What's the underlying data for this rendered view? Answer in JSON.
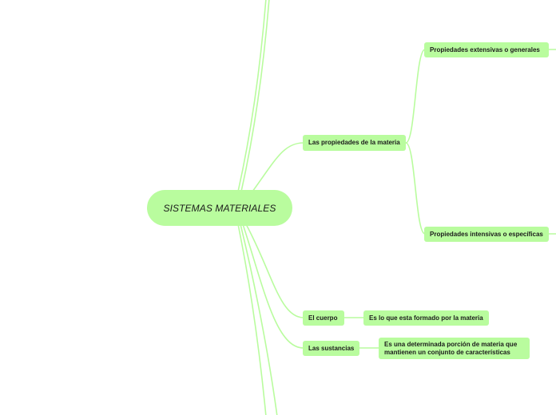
{
  "mindmap": {
    "central_topic": "SISTEMAS MATERIALES",
    "nodes": {
      "propiedades_materia": "Las propiedades de la materia",
      "propiedades_extensivas": "Propiedades extensivas o generales",
      "propiedades_intensivas": "Propiedades intensivas o específicas",
      "cuerpo": "El cuerpo",
      "cuerpo_def": "Es lo que esta formado por la materia",
      "sustancias": "Las sustancias",
      "sustancias_def": "Es una determinada porción de materia que mantienen un conjunto de características"
    }
  },
  "colors": {
    "node_fill": "#b9fc9e",
    "connector": "#b9fc9e",
    "text": "#1b1b1b",
    "background": "#ffffff"
  }
}
